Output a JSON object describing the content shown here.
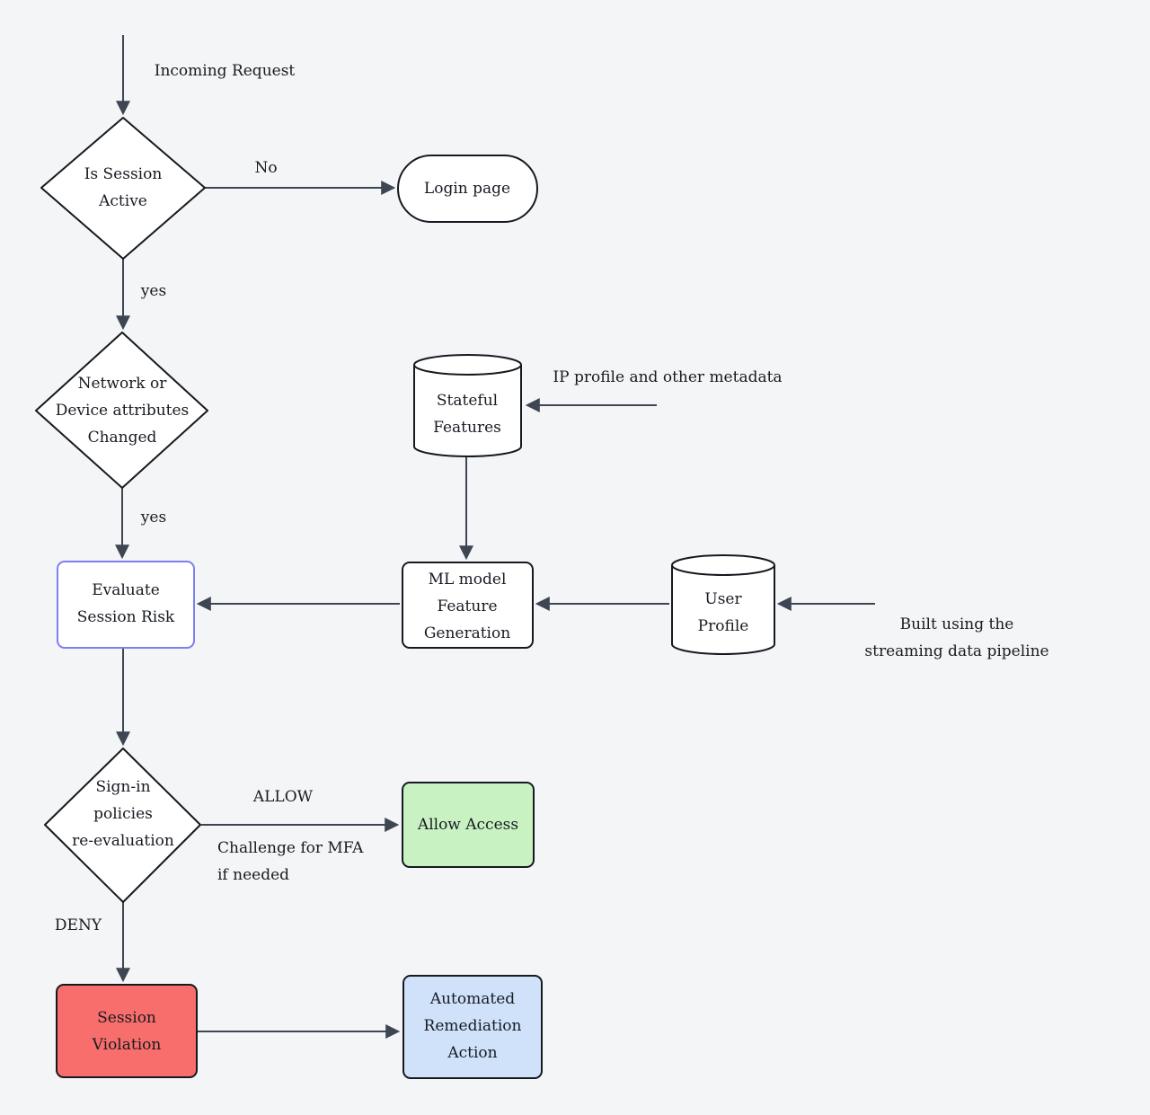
{
  "diagram": {
    "background_color": "#f4f5f6",
    "edge_color": "#3e4553",
    "node_border_color": "#16191f",
    "text_color": "#171b22",
    "nodes": {
      "is_session_active": {
        "type": "decision",
        "label": "Is Session\nActive"
      },
      "login_page": {
        "type": "stadium",
        "label": "Login page"
      },
      "network_device_changed": {
        "type": "decision",
        "label": "Network or\nDevice attributes\nChanged"
      },
      "stateful_features": {
        "type": "database",
        "label": "Stateful\nFeatures"
      },
      "evaluate_session_risk": {
        "type": "process",
        "label": "Evaluate\nSession Risk",
        "border_color": "#7c7ff0"
      },
      "ml_feature_generation": {
        "type": "process",
        "label": "ML model\nFeature\nGeneration"
      },
      "user_profile": {
        "type": "database",
        "label": "User\nProfile"
      },
      "signin_policies_reevaluation": {
        "type": "decision",
        "label": "Sign-in\npolicies\nre-evaluation"
      },
      "allow_access": {
        "type": "process",
        "label": "Allow Access",
        "fill": "#c9f2c3"
      },
      "session_violation": {
        "type": "process",
        "label": "Session\nViolation",
        "fill": "#f76e6c"
      },
      "automated_remediation": {
        "type": "process",
        "label": "Automated\nRemediation\nAction",
        "fill": "#cfe2fa"
      }
    },
    "edge_labels": {
      "incoming_request": "Incoming Request",
      "no": "No",
      "yes_session_active": "yes",
      "yes_attributes_changed": "yes",
      "ip_metadata": "IP profile and other metadata",
      "built_pipeline": "Built using the streaming data pipeline",
      "allow": "ALLOW",
      "challenge_mfa": "Challenge for MFA\nif needed",
      "deny": "DENY"
    }
  }
}
